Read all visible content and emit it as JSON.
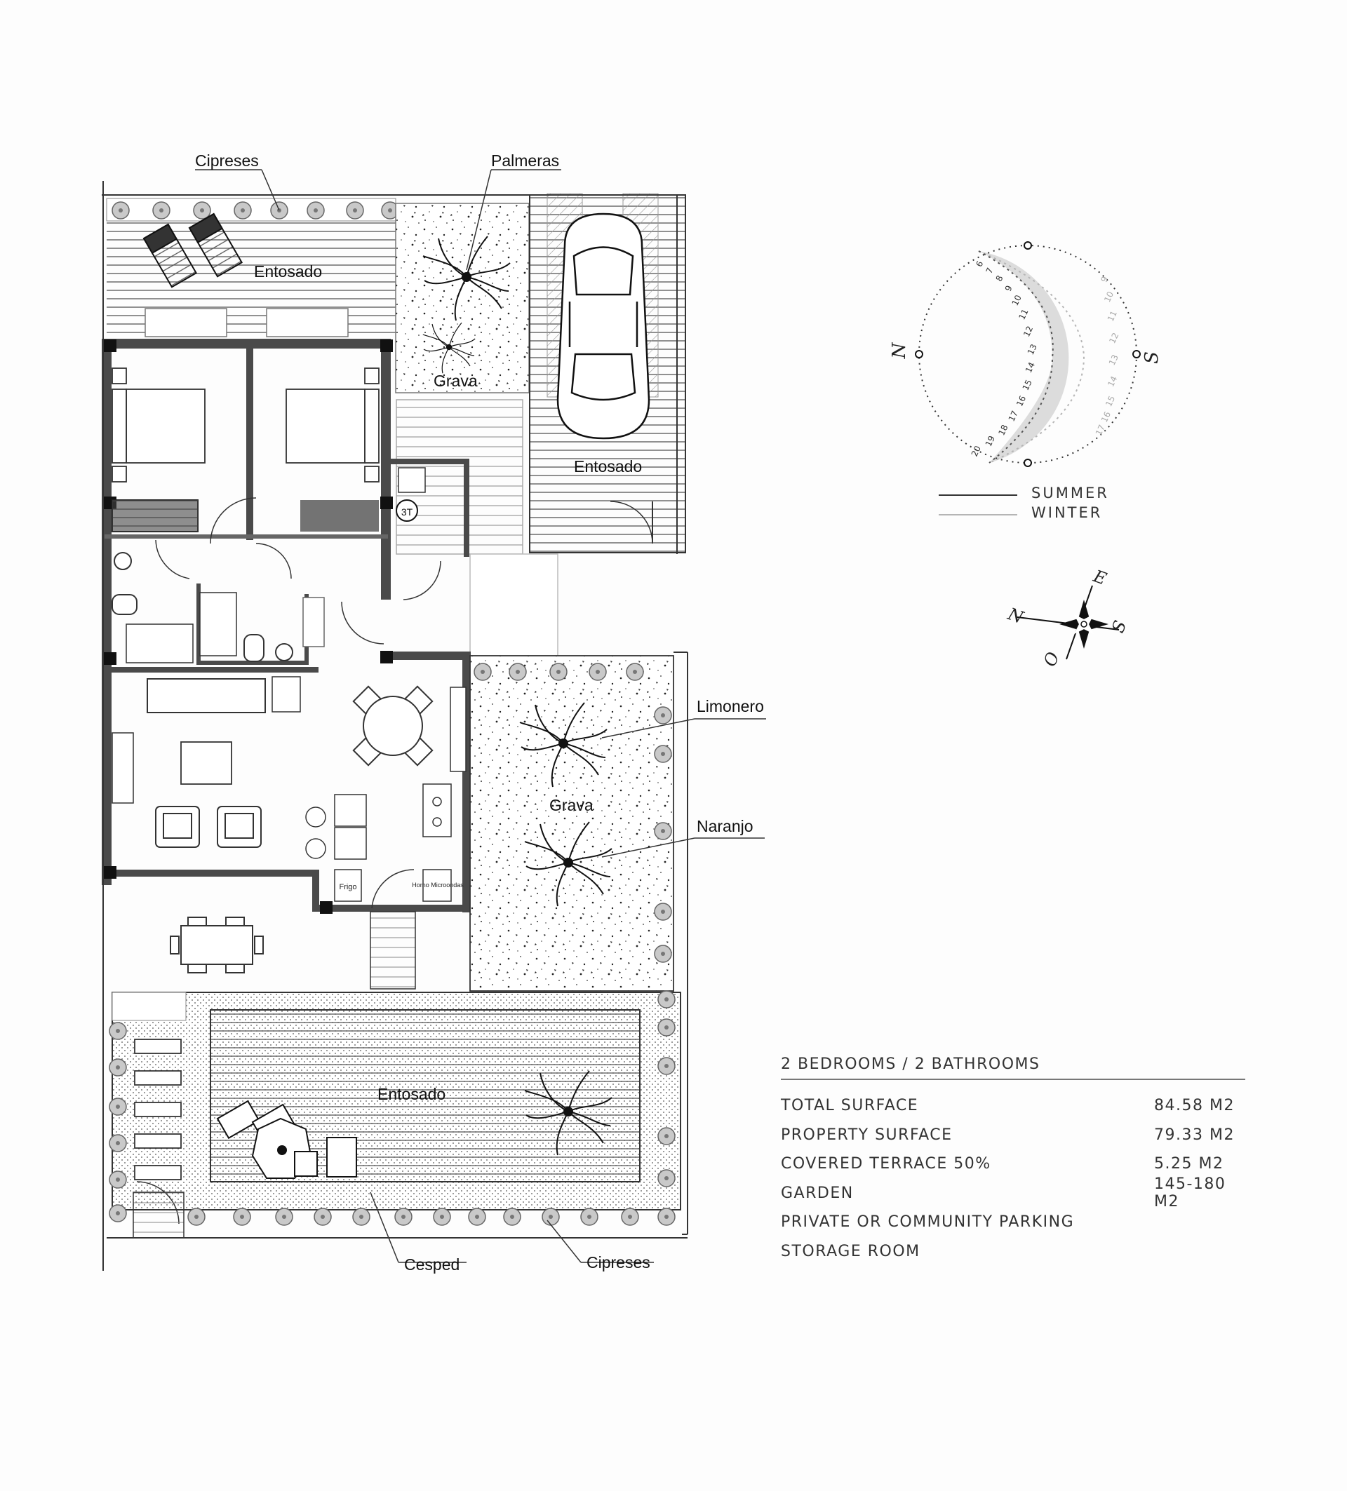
{
  "labels": {
    "cipreses_top": "Cipreses",
    "palmeras": "Palmeras",
    "entosado_terrace": "Entosado",
    "grava_top": "Grava",
    "entosado_parking": "Entosado",
    "limonero": "Limonero",
    "grava_garden": "Grava",
    "naranjo": "Naranjo",
    "entosado_pool": "Entosado",
    "cesped": "Cesped",
    "cipreses_bottom": "Cipreses",
    "frigo": "Frigo",
    "horno": "Horno Microondas",
    "meter": "3T"
  },
  "sun_chart": {
    "north": "N",
    "south": "S",
    "summer_hours": [
      "6",
      "7",
      "8",
      "9",
      "10",
      "11",
      "12",
      "13",
      "14",
      "15",
      "16",
      "17",
      "18",
      "19",
      "20"
    ],
    "winter_hours": [
      "9",
      "10",
      "11",
      "12",
      "13",
      "14",
      "15",
      "16",
      "17"
    ],
    "legend": [
      {
        "label": "SUMMER",
        "color": "#333333"
      },
      {
        "label": "WINTER",
        "color": "#b5b5b5"
      }
    ]
  },
  "compass": {
    "n": "N",
    "e": "E",
    "s": "S",
    "o": "O"
  },
  "specs": {
    "heading": "2 BEDROOMS / 2 BATHROOMS",
    "rows": [
      {
        "label": "TOTAL SURFACE",
        "value": "84.58 M2"
      },
      {
        "label": "PROPERTY SURFACE",
        "value": "79.33 M2"
      },
      {
        "label": "COVERED TERRACE 50%",
        "value": "5.25 M2"
      },
      {
        "label": "GARDEN",
        "value": "145-180 M2"
      },
      {
        "label": "PRIVATE OR COMMUNITY PARKING",
        "value": ""
      },
      {
        "label": "STORAGE ROOM",
        "value": ""
      }
    ]
  },
  "colors": {
    "wall": "#4a4a4a",
    "line": "#222222",
    "shade": "#dcdcdc",
    "winter": "#b5b5b5"
  }
}
